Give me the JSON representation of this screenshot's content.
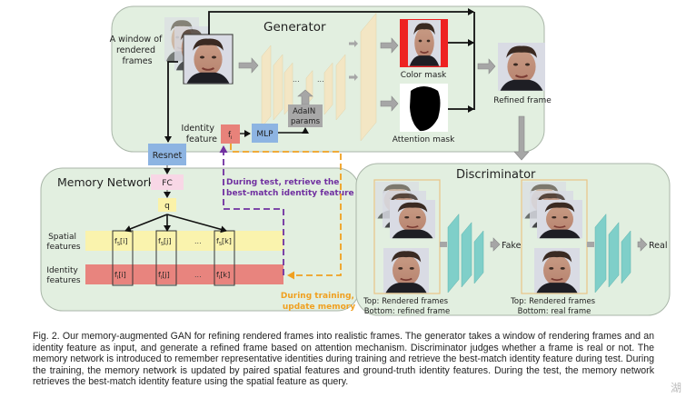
{
  "generator": {
    "title": "Generator",
    "input_label_lines": [
      "A window of",
      "rendered",
      "frames"
    ],
    "adain_lines": [
      "AdaIN",
      "params"
    ],
    "identity_label_lines": [
      "Identity",
      "feature"
    ],
    "identity_symbol": "f",
    "identity_sub": "i",
    "mlp": "MLP",
    "color_mask": "Color mask",
    "attention_mask": "Attention mask",
    "refined_frame": "Refined frame",
    "ellipsis": "..."
  },
  "memory": {
    "title": "Memory Network",
    "resnet": "Resnet",
    "fc": "FC",
    "query": "q",
    "spatial_label_lines": [
      "Spatial",
      "features"
    ],
    "identity_label_lines": [
      "Identity",
      "features"
    ],
    "slots": [
      {
        "spatial": "f",
        "spatial_sub": "S",
        "spatial_idx": "[i]",
        "identity": "f",
        "identity_sub": "I",
        "identity_idx": "[i]"
      },
      {
        "spatial": "f",
        "spatial_sub": "S",
        "spatial_idx": "[j]",
        "identity": "f",
        "identity_sub": "I",
        "identity_idx": "[j]"
      },
      {
        "spatial": "f",
        "spatial_sub": "S",
        "spatial_idx": "[k]",
        "identity": "f",
        "identity_sub": "I",
        "identity_idx": "[k]"
      }
    ],
    "ellipsis": "...",
    "test_note_lines": [
      "During test, retrieve the",
      "best-match identity feature"
    ],
    "train_note_lines": [
      "During training,",
      "update memory"
    ]
  },
  "discriminator": {
    "title": "Discriminator",
    "fake": "Fake",
    "real": "Real",
    "left_caption_lines": [
      "Top: Rendered frames",
      "Bottom: refined frame"
    ],
    "right_caption_lines": [
      "Top: Rendered frames",
      "Bottom: real frame"
    ]
  },
  "caption": {
    "lines": [
      "Fig. 2. Our memory-augmented GAN for refining rendered frames into realistic frames. The generator takes a window of rendering frames and an",
      "identity feature as input, and generate a refined frame based on attention mechanism. Discriminator judges whether a frame is real or not. The",
      "memory network is introduced to remember representative identities during training and retrieve the best-match identity feature during test. During",
      "the training, the memory network is updated by paired spatial features and ground-truth identity features. During the test, the memory network",
      "retrieves the best-match identity feature using the spatial feature as query."
    ]
  },
  "watermark": "湖",
  "colors": {
    "panel_bg": "#e2efe0",
    "panel_border": "#a9b6a8",
    "layer_fill": "#f3e6c4",
    "layer_side": "#e2d2a8",
    "disc_layer": "#7fcfc9",
    "disc_layer_side": "#5fb3ad",
    "blue_box": "#8db4e2",
    "red_box": "#e8827a",
    "fc_box": "#f8d7e6",
    "q_box": "#fbf2a8",
    "spatial_band": "#faf3ad",
    "identity_band": "#e8847e",
    "adain_box": "#a8a8a8",
    "arrow_gray": "#a6a6a6",
    "purple": "#7030a0",
    "orange": "#f0a020",
    "color_mask_bg": "#ee2222"
  }
}
